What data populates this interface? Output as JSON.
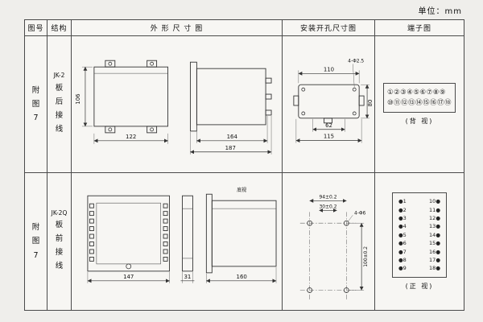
{
  "unit_label": "单位：mm",
  "table": {
    "headers": {
      "fig": "图号",
      "structure": "结构",
      "outline": "外 形 尺 寸 图",
      "mounting": "安装开孔尺寸图",
      "terminal": "端子图"
    },
    "rows": [
      {
        "fig_no": "附图7",
        "model": "JK-2",
        "structure": "板后接线",
        "outline": {
          "front_height": "106",
          "front_width": "122",
          "side_depth": "164",
          "side_total": "187"
        },
        "mounting": {
          "top_width": "110",
          "holes": "4-Φ2.5",
          "side_height": "80",
          "inner_width": "62",
          "bottom_width": "115"
        },
        "terminal": {
          "row_top": "①②③④⑤⑥⑦⑧⑨",
          "row_bottom": "⑩⑪⑫⑬⑭⑮⑯⑰⑱",
          "view_label": "(背 视)"
        }
      },
      {
        "fig_no": "附图7",
        "model": "JK-2Q",
        "structure": "板前接线",
        "outline": {
          "front_width": "147",
          "side_width": "31",
          "depth": "160",
          "side_label": "底视"
        },
        "mounting": {
          "top_width": "94±0.2",
          "inner_width": "30±0.2",
          "holes": "4-Φ6",
          "side_height": "100±0.2"
        },
        "terminal": {
          "pairs": [
            {
              "l": "●1",
              "r": "10●"
            },
            {
              "l": "●2",
              "r": "11●"
            },
            {
              "l": "●3",
              "r": "12●"
            },
            {
              "l": "●4",
              "r": "13●"
            },
            {
              "l": "●5",
              "r": "14●"
            },
            {
              "l": "●6",
              "r": "15●"
            },
            {
              "l": "●7",
              "r": "16●"
            },
            {
              "l": "●8",
              "r": "17●"
            },
            {
              "l": "●9",
              "r": "18●"
            }
          ],
          "view_label": "(正 视)"
        }
      }
    ]
  }
}
